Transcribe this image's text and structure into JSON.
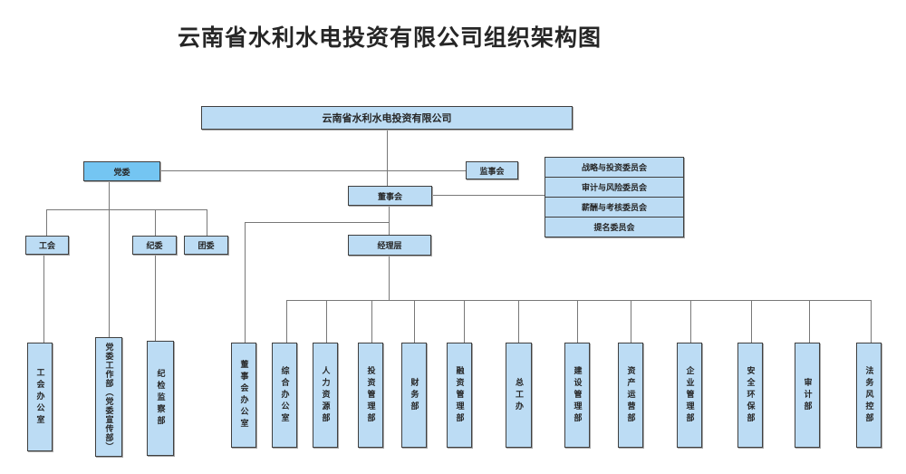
{
  "title": "云南省水利水电投资有限公司组织架构图",
  "org": {
    "root": "云南省水利水电投资有限公司",
    "party_committee": "党委",
    "supervisory_board": "监事会",
    "board_of_directors": "董事会",
    "management_layer": "经理层",
    "board_committees": [
      "战略与投资委员会",
      "审计与风险委员会",
      "薪酬与考核委员会",
      "提名委员会"
    ],
    "party_orgs": [
      "工会",
      "纪委",
      "团委"
    ],
    "party_departments": [
      "工会办公室",
      "党委工作部（党委宣传部）",
      "纪检监察部"
    ],
    "departments": [
      "董事会办公室",
      "综合办公室",
      "人力资源部",
      "投资管理部",
      "财务部",
      "融资管理部",
      "总工办",
      "建设管理部",
      "资产运营部",
      "企业管理部",
      "安全环保部",
      "审计部",
      "法务风控部"
    ]
  },
  "colors": {
    "box-fill": "#bcdcf4",
    "party-fill": "#74c5f2",
    "box-border": "#3f3f3f",
    "line": "#787878",
    "text": "#262626",
    "background": "#ffffff"
  }
}
